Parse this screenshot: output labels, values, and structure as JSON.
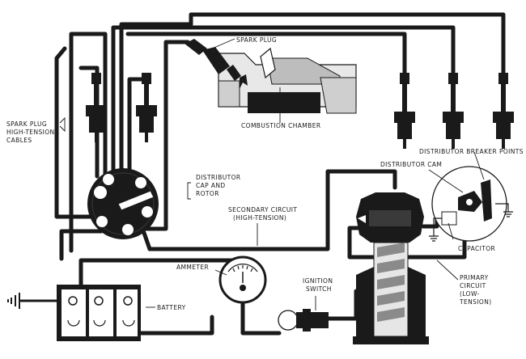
{
  "diagram": {
    "labels": {
      "spark_plug": "SPARK PLUG",
      "spark_plug_cables": [
        "SPARK PLUG",
        "HIGH-TENSION",
        "CABLES"
      ],
      "combustion_chamber": "COMBUSTION CHAMBER",
      "distributor_cap": [
        "DISTRIBUTOR",
        "CAP AND",
        "ROTOR"
      ],
      "secondary_circuit": [
        "SECONDARY CIRCUIT",
        "(HIGH-TENSION)"
      ],
      "breaker_points": "DISTRIBUTOR BREAKER POINTS",
      "distributor_cam": "DISTRIBUTOR CAM",
      "capacitor": "CAPACITOR",
      "primary_circuit": [
        "PRIMARY",
        "CIRCUIT",
        "(LOW-",
        "TENSION)"
      ],
      "ammeter": "AMMETER",
      "ignition_switch": [
        "IGNITION",
        "SWITCH"
      ],
      "battery": "BATTERY"
    }
  }
}
